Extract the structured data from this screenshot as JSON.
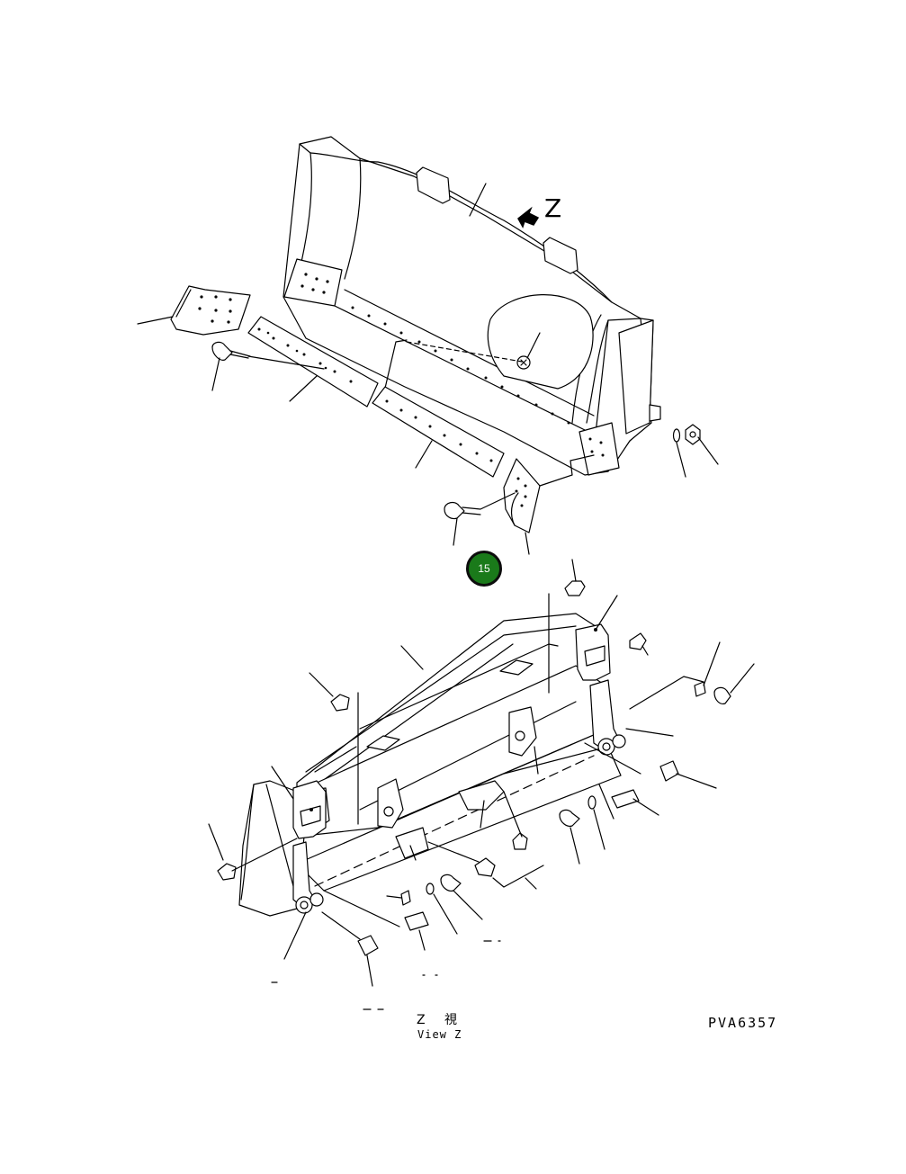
{
  "view_marker": "Z",
  "callout": {
    "number": "15",
    "color": "#1a7a1a"
  },
  "view_title": {
    "jp": "Z   視",
    "en": "View Z"
  },
  "drawing_code": "PVA6357"
}
